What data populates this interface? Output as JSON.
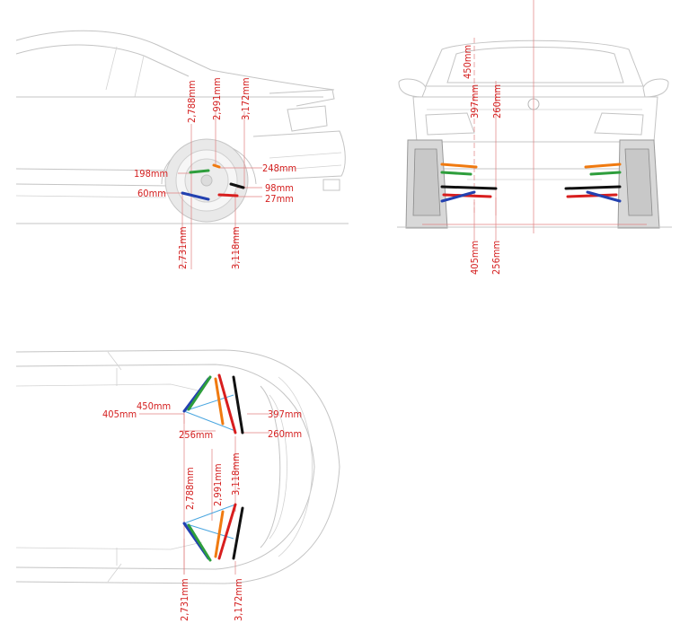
{
  "colors": {
    "label_red": "#d42020",
    "arm_green": "#2e9e3c",
    "arm_orange": "#f07a10",
    "arm_black": "#111111",
    "arm_red": "#d81e1e",
    "arm_blue": "#2341b0",
    "arm_lightblue": "#4aa6e0",
    "outline_gray": "#c4c4c4"
  },
  "side_view": {
    "labels": {
      "dim_2788": "2,788mm",
      "dim_2991": "2,991mm",
      "dim_3172": "3,172mm",
      "dim_198": "198mm",
      "dim_248": "248mm",
      "dim_60": "60mm",
      "dim_98": "98mm",
      "dim_27": "27mm",
      "dim_2731": "2,731mm",
      "dim_3118": "3,118mm"
    }
  },
  "rear_view": {
    "labels": {
      "dim_450": "450mm",
      "dim_397": "397mm",
      "dim_260": "260mm",
      "dim_405": "405mm",
      "dim_256": "256mm"
    }
  },
  "top_view": {
    "labels": {
      "dim_405": "405mm",
      "dim_450": "450mm",
      "dim_256": "256mm",
      "dim_397": "397mm",
      "dim_260": "260mm",
      "dim_2788": "2,788mm",
      "dim_2991": "2,991mm",
      "dim_3118": "3,118mm",
      "dim_2731": "2,731mm",
      "dim_3172": "3,172mm"
    }
  }
}
